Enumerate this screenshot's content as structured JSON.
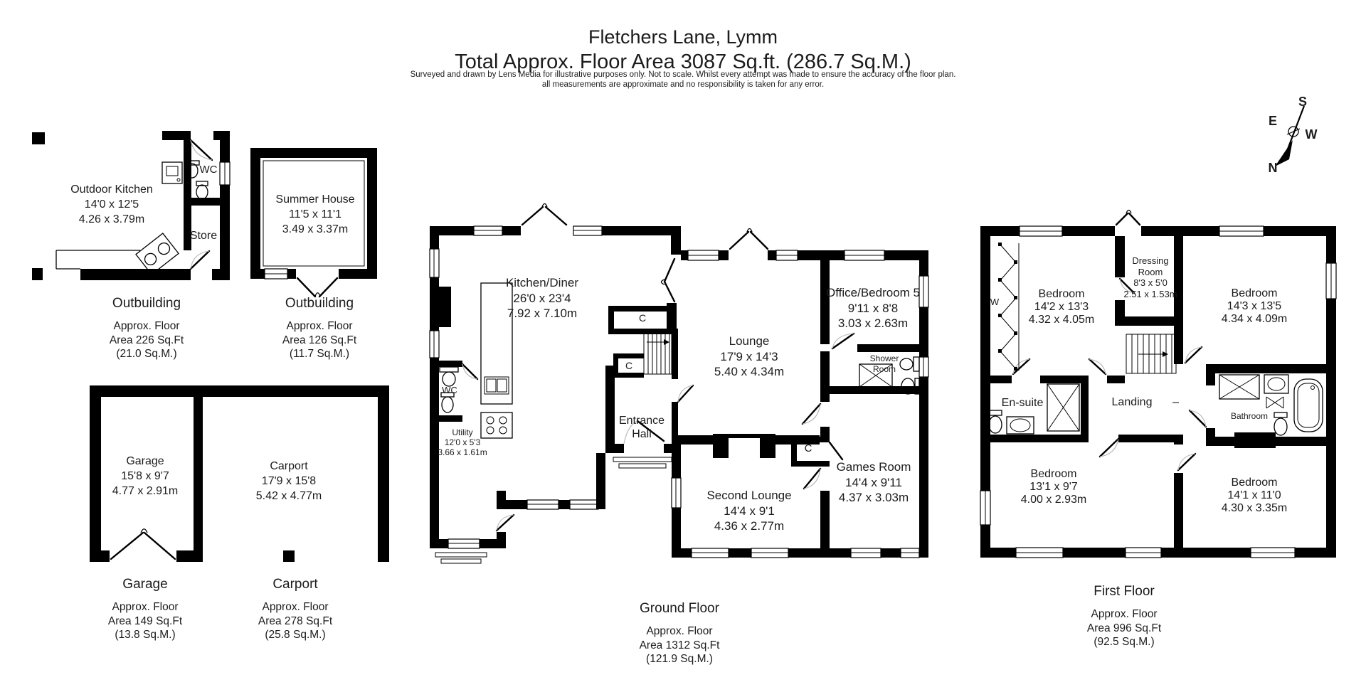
{
  "header": {
    "title": "Fletchers Lane, Lymm",
    "subtitle": "Total Approx. Floor Area 3087 Sq.ft. (286.7 Sq.M.)",
    "disclaimer1": "Surveyed and drawn by Lens Media for illustrative purposes only. Not to scale. Whilst every attempt was made to ensure the accuracy of the floor plan.",
    "disclaimer2": "all measurements are approximate and no responsibility is taken for any error."
  },
  "compass": {
    "n": "N",
    "s": "S",
    "e": "E",
    "w": "W"
  },
  "outbuilding1": {
    "outdoor_kitchen": {
      "name": "Outdoor Kitchen",
      "imperial": "14'0 x 12'5",
      "metric": "4.26 x 3.79m"
    },
    "wc": "WC",
    "store": "Store",
    "caption": {
      "title": "Outbuilding",
      "approx": "Approx. Floor",
      "area": "Area 226 Sq.Ft",
      "metric": "(21.0 Sq.M.)"
    }
  },
  "outbuilding2": {
    "summer_house": {
      "name": "Summer House",
      "imperial": "11'5 x 11'1",
      "metric": "3.49 x 3.37m"
    },
    "caption": {
      "title": "Outbuilding",
      "approx": "Approx. Floor",
      "area": "Area 126 Sq.Ft",
      "metric": "(11.7 Sq.M.)"
    }
  },
  "garage_block": {
    "garage": {
      "name": "Garage",
      "imperial": "15'8 x 9'7",
      "metric": "4.77 x 2.91m"
    },
    "carport": {
      "name": "Carport",
      "imperial": "17'9 x 15'8",
      "metric": "5.42 x 4.77m"
    },
    "garage_caption": {
      "title": "Garage",
      "approx": "Approx. Floor",
      "area": "Area 149 Sq.Ft",
      "metric": "(13.8 Sq.M.)"
    },
    "carport_caption": {
      "title": "Carport",
      "approx": "Approx. Floor",
      "area": "Area 278 Sq.Ft",
      "metric": "(25.8 Sq.M.)"
    }
  },
  "ground_floor": {
    "kitchen_diner": {
      "name": "Kitchen/Diner",
      "imperial": "26'0 x 23'4",
      "metric": "7.92 x 7.10m"
    },
    "utility": {
      "name": "Utility",
      "imperial": "12'0 x 5'3",
      "metric": "3.66 x 1.61m"
    },
    "wc": "WC",
    "entrance_hall": {
      "line1": "Entrance",
      "line2": "Hall"
    },
    "lounge": {
      "name": "Lounge",
      "imperial": "17'9 x 14'3",
      "metric": "5.40 x 4.34m"
    },
    "office": {
      "name": "Office/Bedroom 5",
      "imperial": "9'11 x 8'8",
      "metric": "3.03 x 2.63m"
    },
    "shower_room": {
      "line1": "Shower",
      "line2": "Room"
    },
    "games_room": {
      "name": "Games Room",
      "imperial": "14'4 x 9'11",
      "metric": "4.37 x 3.03m"
    },
    "second_lounge": {
      "name": "Second Lounge",
      "imperial": "14'4 x 9'1",
      "metric": "4.36 x 2.77m"
    },
    "cupboard": "C",
    "caption": {
      "title": "Ground Floor",
      "approx": "Approx. Floor",
      "area": "Area 1312 Sq.Ft",
      "metric": "(121.9 Sq.M.)"
    }
  },
  "first_floor": {
    "bedroom1": {
      "name": "Bedroom",
      "imperial": "14'2 x 13'3",
      "metric": "4.32 x 4.05m"
    },
    "dressing_room": {
      "line1": "Dressing",
      "line2": "Room",
      "imperial": "8'3 x 5'0",
      "metric": "2.51 x 1.53m"
    },
    "bedroom2": {
      "name": "Bedroom",
      "imperial": "14'3 x 13'5",
      "metric": "4.34 x 4.09m"
    },
    "en_suite": "En-suite",
    "landing": "Landing",
    "bathroom": "Bathroom",
    "bedroom3": {
      "name": "Bedroom",
      "imperial": "13'1 x 9'7",
      "metric": "4.00 x 2.93m"
    },
    "bedroom4": {
      "name": "Bedroom",
      "imperial": "14'1 x 11'0",
      "metric": "4.30 x 3.35m"
    },
    "wardrobe": "W",
    "caption": {
      "title": "First Floor",
      "approx": "Approx. Floor",
      "area": "Area 996 Sq.Ft",
      "metric": "(92.5 Sq.M.)"
    }
  }
}
